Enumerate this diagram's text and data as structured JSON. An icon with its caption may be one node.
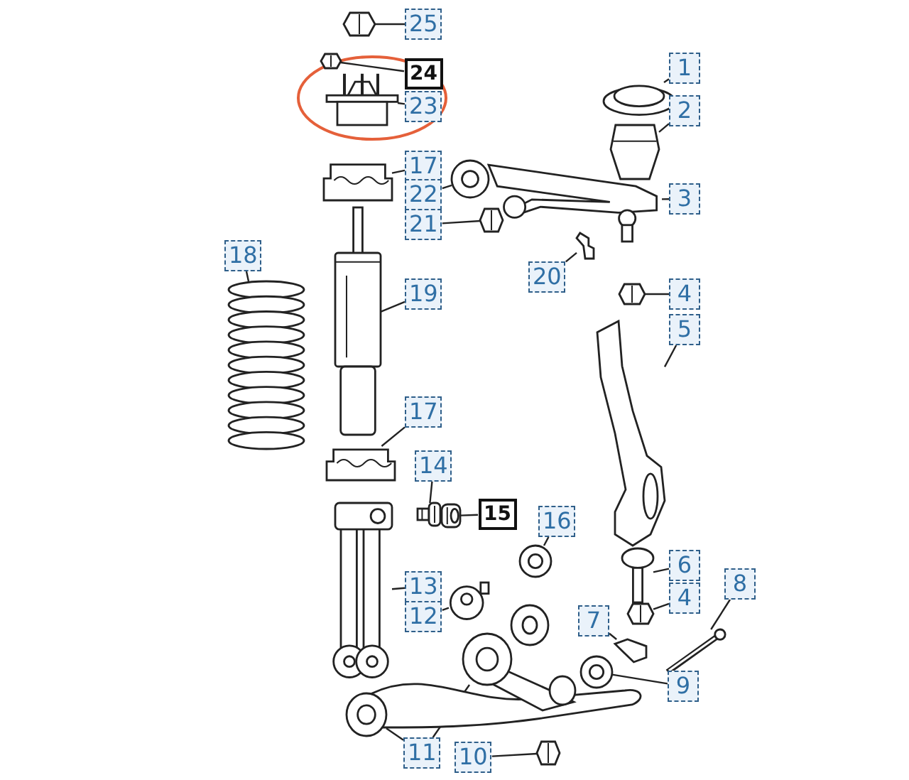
{
  "diagram": {
    "nodes": [
      {
        "text": [
          "25"
        ]
      },
      {
        "text": [],
        "shape": "picture"
      },
      {
        "text": [
          "24"
        ]
      },
      {
        "text": [],
        "shape": "picture"
      },
      {
        "text": [
          "23"
        ]
      },
      {
        "text": [],
        "shape": "picture"
      },
      {
        "text": [
          "1"
        ]
      },
      {
        "text": [],
        "shape": "picture"
      },
      {
        "text": [
          "2"
        ]
      },
      {
        "text": [],
        "shape": "picture"
      },
      {
        "text": [
          "17"
        ]
      },
      {
        "text": [],
        "shape": "picture"
      },
      {
        "text": [
          "22"
        ]
      },
      {
        "text": [],
        "shape": "picture"
      },
      {
        "text": [
          "3"
        ]
      },
      {
        "text": [],
        "shape": "picture"
      },
      {
        "text": [
          "21"
        ]
      },
      {
        "text": [],
        "shape": "picture"
      },
      {
        "text": [
          "18"
        ]
      },
      {
        "text": [],
        "shape": "picture"
      },
      {
        "text": [
          "20"
        ]
      },
      {
        "text": [],
        "shape": "picture"
      },
      {
        "text": [
          "19"
        ]
      },
      {
        "text": [],
        "shape": "picture"
      },
      {
        "text": [
          "4"
        ]
      },
      {
        "text": [],
        "shape": "picture"
      },
      {
        "text": [
          "5"
        ]
      },
      {
        "text": [],
        "shape": "picture"
      },
      {
        "text": [
          "17"
        ]
      },
      {
        "text": [],
        "shape": "picture"
      },
      {
        "text": [
          "14"
        ]
      },
      {
        "text": [],
        "shape": "picture"
      },
      {
        "text": [
          "15"
        ]
      },
      {
        "text": [],
        "shape": "picture"
      },
      {
        "text": [
          "16"
        ]
      },
      {
        "text": [],
        "shape": "picture"
      },
      {
        "text": [
          "6"
        ]
      },
      {
        "text": [],
        "shape": "picture"
      },
      {
        "text": [
          "8"
        ]
      },
      {
        "text": [],
        "shape": "picture"
      },
      {
        "text": [
          "13"
        ]
      },
      {
        "text": [],
        "shape": "picture"
      },
      {
        "text": [
          "4"
        ]
      },
      {
        "text": [],
        "shape": "picture"
      },
      {
        "text": [
          "12"
        ]
      },
      {
        "text": [],
        "shape": "picture"
      },
      {
        "text": [
          "7"
        ]
      },
      {
        "text": [],
        "shape": "picture"
      },
      {
        "text": [
          "9"
        ]
      },
      {
        "text": [],
        "shape": "picture"
      },
      {
        "text": [
          "11"
        ]
      },
      {
        "text": [],
        "shape": "picture"
      },
      {
        "text": [],
        "shape": "picture"
      },
      {
        "text": [
          "10"
        ]
      },
      {
        "text": [],
        "shape": "picture"
      }
    ],
    "edges": [
      {
        "from": 0,
        "to": 1,
        "arrow": "none"
      },
      {
        "from": 2,
        "to": 3,
        "arrow": "none"
      },
      {
        "from": 4,
        "to": 5,
        "arrow": "none"
      },
      {
        "from": 6,
        "to": 7,
        "arrow": "none"
      },
      {
        "from": 8,
        "to": 9,
        "arrow": "none"
      },
      {
        "from": 10,
        "to": 11,
        "arrow": "none"
      },
      {
        "from": 12,
        "to": 13,
        "arrow": "none"
      },
      {
        "from": 14,
        "to": 15,
        "arrow": "none"
      },
      {
        "from": 16,
        "to": 17,
        "arrow": "none"
      },
      {
        "from": 18,
        "to": 19,
        "arrow": "none"
      },
      {
        "from": 20,
        "to": 21,
        "arrow": "none"
      },
      {
        "from": 22,
        "to": 23,
        "arrow": "none"
      },
      {
        "from": 24,
        "to": 25,
        "arrow": "none"
      },
      {
        "from": 26,
        "to": 27,
        "arrow": "none"
      },
      {
        "from": 28,
        "to": 29,
        "arrow": "none"
      },
      {
        "from": 30,
        "to": 31,
        "arrow": "none"
      },
      {
        "from": 32,
        "to": 33,
        "arrow": "none"
      },
      {
        "from": 34,
        "to": 35,
        "arrow": "none"
      },
      {
        "from": 36,
        "to": 37,
        "arrow": "none"
      },
      {
        "from": 38,
        "to": 39,
        "arrow": "none"
      },
      {
        "from": 40,
        "to": 41,
        "arrow": "none"
      },
      {
        "from": 42,
        "to": 43,
        "arrow": "none"
      },
      {
        "from": 44,
        "to": 45,
        "arrow": "none"
      },
      {
        "from": 46,
        "to": 47,
        "arrow": "none"
      },
      {
        "from": 48,
        "to": 49,
        "arrow": "none"
      },
      {
        "from": 50,
        "to": 51,
        "arrow": "none"
      },
      {
        "from": 50,
        "to": 52,
        "arrow": "none"
      },
      {
        "from": 53,
        "to": 54,
        "arrow": "none"
      }
    ]
  }
}
